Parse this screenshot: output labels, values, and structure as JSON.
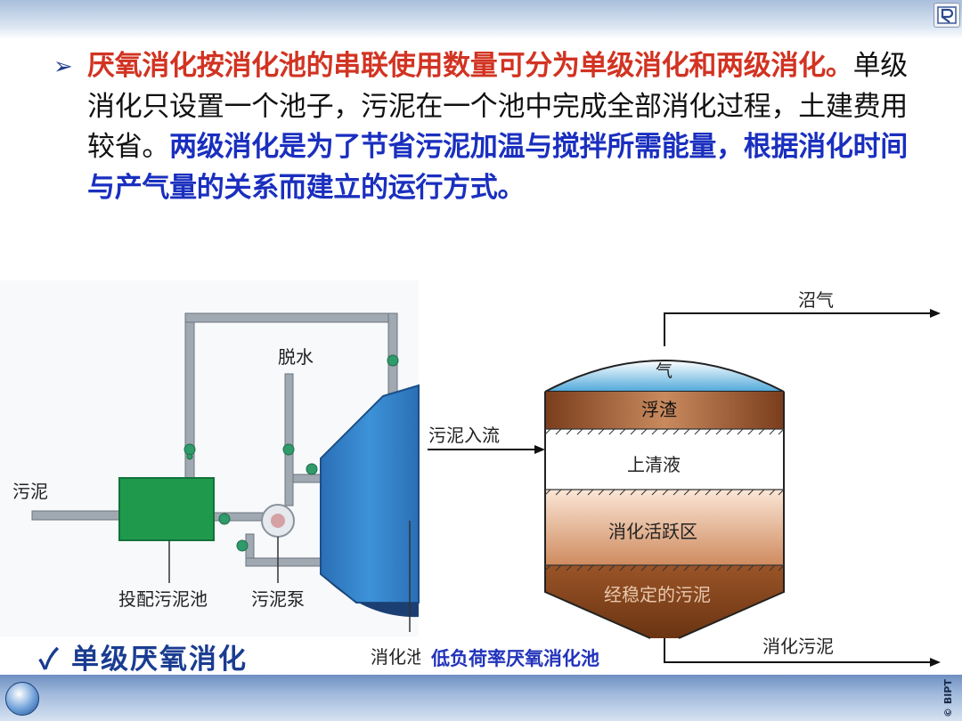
{
  "paragraph": {
    "bullet": "➢",
    "red_part": "厌氧消化按消化池的串联使用数量可分为单级消化和两级消化。",
    "normal_part": "单级消化只设置一个池子，污泥在一个池中完成全部消化过程，土建费用较省。",
    "blue_part": "两级消化是为了节省污泥加温与搅拌所需能量，根据消化时间与产气量的关系而建立的运行方式。"
  },
  "left_diagram": {
    "labels": {
      "sludge": "污泥",
      "dewatering": "脱水",
      "dosing_tank": "投配污泥池",
      "sludge_pump": "污泥泵",
      "digester": "消化池"
    },
    "caption": "单级厌氧消化",
    "check_mark": "✓"
  },
  "right_diagram": {
    "labels": {
      "biogas": "沼气",
      "gas": "气",
      "scum": "浮渣",
      "inflow": "污泥入流",
      "supernatant": "上清液",
      "active_zone": "消化活跃区",
      "stabilized": "经稳定的污泥",
      "digested": "消化污泥"
    },
    "caption": "低负荷率厌氧消化池"
  },
  "footer": {
    "copyright": "© BIPT"
  },
  "colors": {
    "red": "#d23322",
    "blue": "#1a2fbf",
    "tank_blue": "#2f7fc8",
    "tank_green": "#1f9a4d",
    "pipe_gray": "#9aa3ad"
  }
}
